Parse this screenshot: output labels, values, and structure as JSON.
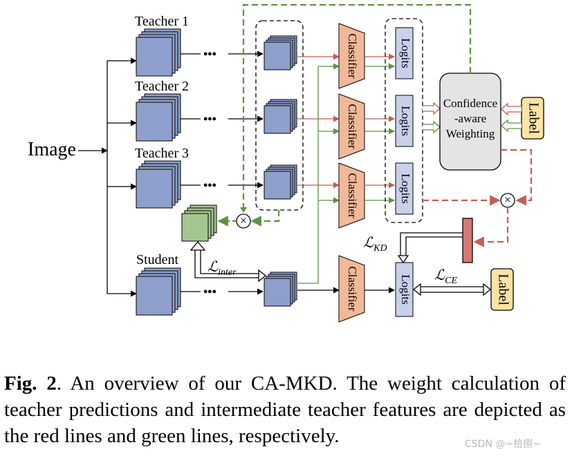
{
  "diagram": {
    "input": "Image",
    "teachers": [
      "Teacher 1",
      "Teacher 2",
      "Teacher 3"
    ],
    "student": "Student",
    "ellipsis": "•••",
    "classifier": "Classifier",
    "logits": "Logits",
    "weighting": [
      "Confidence",
      "-aware",
      "Weighting"
    ],
    "label": "Label",
    "multiply_symbol": "×",
    "loss_inter": {
      "main": "ℒ",
      "sub": "inter"
    },
    "loss_kd": {
      "main": "ℒ",
      "sub": "KD"
    },
    "loss_ce": {
      "main": "ℒ",
      "sub": "CE"
    },
    "colors": {
      "feature": "#8e9fcc",
      "classifier": "#f2b89a",
      "logits": "#c8d0ea",
      "weighting": "#e4e4e4",
      "label": "#fde3a4",
      "green_feature": "#a5c690",
      "red": "#c45d52",
      "green": "#5b9440",
      "kd_bar": "#d67975"
    }
  },
  "caption": {
    "prefix": "Fig. 2",
    "text": ". An overview of our CA-MKD. The weight calculation of teacher predictions and intermediate teacher features are depicted as the red lines and green lines, respectively."
  },
  "watermark": "CSDN @~拾捌~"
}
